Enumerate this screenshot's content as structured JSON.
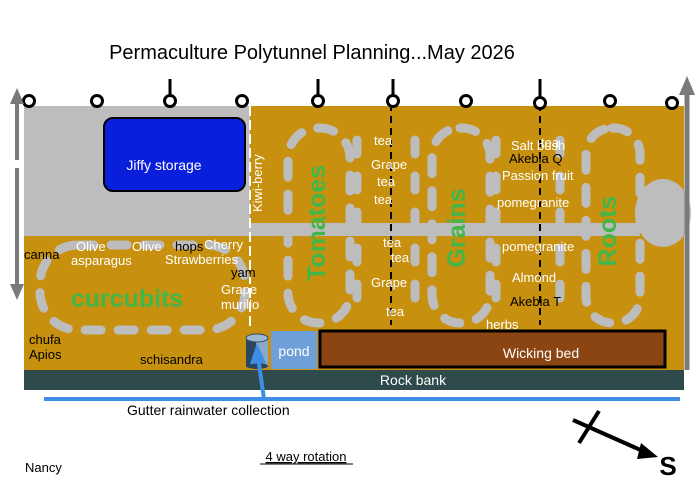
{
  "title": "Permaculture Polytunnel Planning...May 2026",
  "author": "Nancy",
  "rotation_label": "4 way rotation",
  "compass_label": "S",
  "structures": {
    "jiffy": "Jiffy storage",
    "pond": "pond",
    "wicking": "Wicking bed",
    "rock": "Rock bank",
    "gutter": "Gutter rainwater collection",
    "kiwi": "Kiwi-berry"
  },
  "zones": {
    "cucurbits": "curcubits",
    "tomatoes": "Tomatoes",
    "grains": "Grains",
    "roots": "Roots"
  },
  "plants": {
    "canna": "canna",
    "olive1": "Olive",
    "asparagus": "asparagus",
    "olive2": "Olive",
    "hops": "hops",
    "cherry": "Cherry",
    "strawberries": "Strawberries",
    "yam": "yam",
    "grape_a": "Grape",
    "murillo": "murillo",
    "chufa": "chufa",
    "apios": "Apios",
    "schisandra": "schisandra",
    "tea1": "tea",
    "grape_b": "Grape",
    "tea2": "tea",
    "tea3": "tea",
    "tea4": "tea",
    "tea5": "tea",
    "grape_c": "Grape",
    "tea6": "tea",
    "saltbush": "Salt bush",
    "tea7": "tea",
    "akebia_q": "Akebia Q",
    "passion": "Passion fruit",
    "pomegranate1": "pomegranite",
    "pomegranate2": "pomegranite",
    "almond": "Almond",
    "akebia_t": "Akebia T",
    "herbs": "herbs"
  },
  "colors": {
    "soil": "#c8900f",
    "path": "#bdbdbd",
    "jiffy": "#0a1fdc",
    "pond": "#6f9fd8",
    "wicking": "#8b4513",
    "rock": "#2e4a4a",
    "gutter": "#3d8fe6",
    "zone_green": "#43b649",
    "arrow_gray": "#7a7a7a"
  }
}
